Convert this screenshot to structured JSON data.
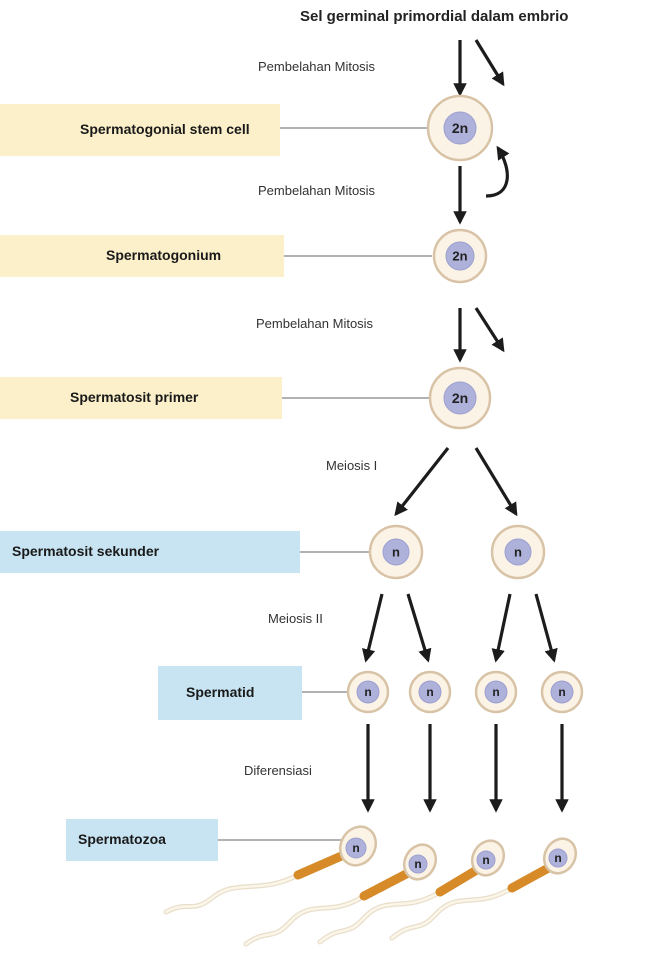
{
  "title": "Sel germinal primordial dalam embrio",
  "stages": {
    "stem_cell": "Spermatogonial stem cell",
    "spermatogonium": "Spermatogonium",
    "primary": "Spermatosit primer",
    "secondary": "Spermatosit sekunder",
    "spermatid": "Spermatid",
    "spermatozoa": "Spermatozoa"
  },
  "steps": {
    "mitosis_1": "Pembelahan Mitosis",
    "mitosis_2": "Pembelahan Mitosis",
    "mitosis_3": "Pembelahan Mitosis",
    "meiosis_1": "Meiosis I",
    "meiosis_2": "Meiosis II",
    "differentiation": "Diferensiasi"
  },
  "ploidy": {
    "diploid": "2n",
    "haploid": "n"
  },
  "colors": {
    "diploid_stage_box": "#fbf0c9",
    "haploid_stage_box": "#c8e4f2",
    "nucleus": "#aeb1da",
    "sperm_midpiece": "#d68a28"
  }
}
